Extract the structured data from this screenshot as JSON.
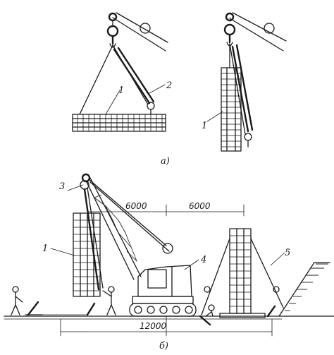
{
  "figure": {
    "subfigure_a": "а)",
    "subfigure_b": "б)",
    "callouts": {
      "top_left_1": "1",
      "top_left_2": "2",
      "top_right_1": "1",
      "bottom_3": "3",
      "bottom_1": "1",
      "bottom_4": "4",
      "bottom_5": "5"
    },
    "dimensions": {
      "left_span": "6000",
      "right_span": "6000",
      "total_span": "12000"
    }
  }
}
